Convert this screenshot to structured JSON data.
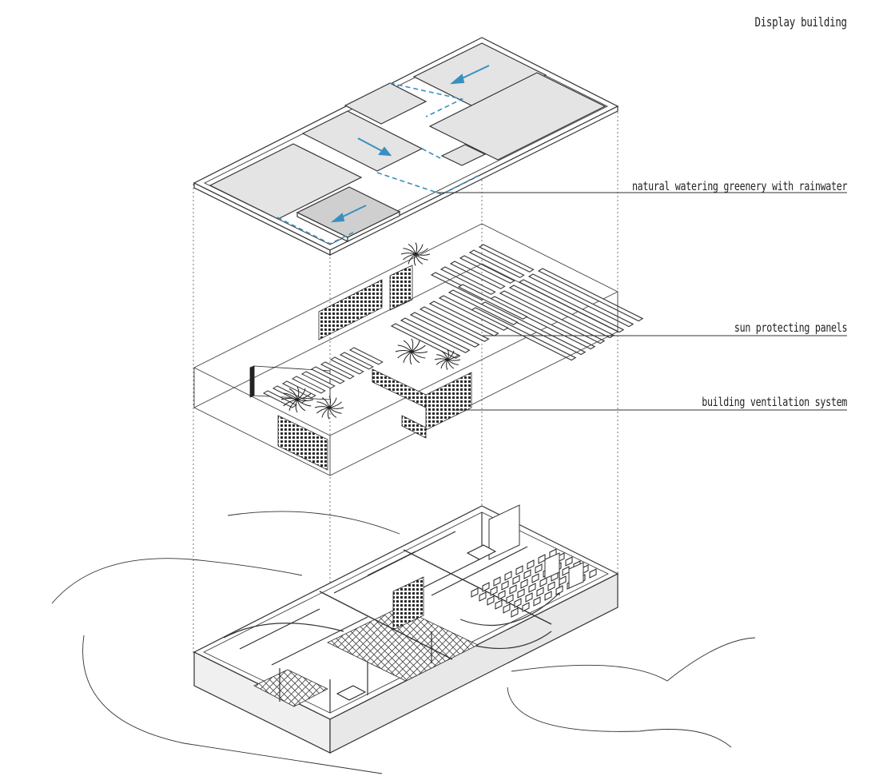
{
  "diagram": {
    "title": "Display building",
    "callouts": [
      {
        "id": "rainwater",
        "text": "natural watering greenery with rainwater"
      },
      {
        "id": "sun",
        "text": "sun protecting panels"
      },
      {
        "id": "ventilation",
        "text": "building ventilation system"
      }
    ],
    "colors": {
      "line": "#333333",
      "roof_fill": "#e4e4e4",
      "pad_fill": "#cfcfcf",
      "accent": "#3a8fbf"
    }
  }
}
